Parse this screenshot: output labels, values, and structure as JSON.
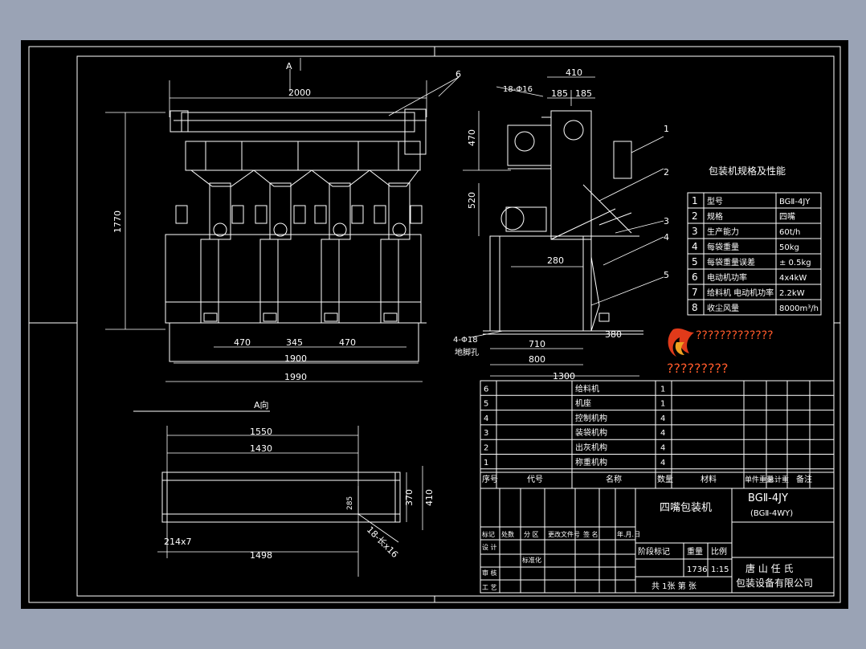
{
  "drawing": {
    "front_view": {
      "section_marker": "A",
      "dim_top": "2000",
      "dim_height": "1770",
      "dim_470_left": "470",
      "dim_345": "345",
      "dim_470_right": "470",
      "dim_1900": "1900",
      "dim_1990": "1990",
      "callout": "6"
    },
    "view_a": {
      "title": "A向",
      "dim_1550": "1550",
      "dim_1430": "1430",
      "dim_1498": "1498",
      "dim_214x7": "214x7",
      "dim_285": "285",
      "dim_370": "370",
      "dim_410": "410",
      "note_holes": "18-长x16"
    },
    "side_view": {
      "dim_410": "410",
      "dim_185_left": "185",
      "dim_185_right": "185",
      "note_18phi16": "18-Φ16",
      "dim_470": "470",
      "dim_520": "520",
      "dim_280": "280",
      "dim_710": "710",
      "dim_800": "800",
      "dim_380": "380",
      "dim_1300": "1300",
      "note_anchor_1": "4-Φ18",
      "note_anchor_2": "地脚孔",
      "callouts": [
        "1",
        "2",
        "3",
        "4",
        "5"
      ]
    },
    "spec_table": {
      "title": "包装机规格及性能",
      "rows": [
        {
          "no": "1",
          "item": "型号",
          "value": "BGⅡ-4JY"
        },
        {
          "no": "2",
          "item": "规格",
          "value": "四嘴"
        },
        {
          "no": "3",
          "item": "生产能力",
          "value": "60t/h"
        },
        {
          "no": "4",
          "item": "每袋重量",
          "value": "50kg"
        },
        {
          "no": "5",
          "item": "每袋重量误差",
          "value": "± 0.5kg"
        },
        {
          "no": "6",
          "item": "电动机功率",
          "value": "4x4kW"
        },
        {
          "no": "7",
          "item": "给料机 电动机功率",
          "value": "2.2kW"
        },
        {
          "no": "8",
          "item": "收尘风量",
          "value": "8000m³/h"
        }
      ]
    },
    "watermark": {
      "line1": "?????????????",
      "line2": "?????????"
    },
    "parts_list": {
      "rows": [
        {
          "no": "6",
          "name": "给料机",
          "qty": "1"
        },
        {
          "no": "5",
          "name": "机座",
          "qty": "1"
        },
        {
          "no": "4",
          "name": "控制机构",
          "qty": "4"
        },
        {
          "no": "3",
          "name": "装袋机构",
          "qty": "4"
        },
        {
          "no": "2",
          "name": "出灰机构",
          "qty": "4"
        },
        {
          "no": "1",
          "name": "称重机构",
          "qty": "4"
        }
      ],
      "header": {
        "seq": "序号",
        "code": "代号",
        "name": "名称",
        "qty": "数量",
        "material": "材料",
        "unit_weight": "单件重量",
        "total_weight": "总计重",
        "remark": "备注"
      }
    },
    "title_block": {
      "drawing_name": "四嘴包装机",
      "model_line1": "BGⅡ-4JY",
      "model_line2": "(BGⅡ-4WY)",
      "rev_labels": [
        "标记",
        "处数",
        "分 区",
        "更改文件号",
        "签 名",
        "年.月.日"
      ],
      "design_label": "设 计",
      "std_label": "标准化",
      "check_label": "审 核",
      "process_label": "工 艺",
      "stage_label": "阶段标记",
      "weight_label": "重量",
      "scale_label": "比例",
      "weight_value": "1736",
      "scale_value": "1:15",
      "sheet_info": "共  1张     第   张",
      "company_line1": "唐 山 任 氏",
      "company_line2": "包装设备有限公司"
    }
  }
}
